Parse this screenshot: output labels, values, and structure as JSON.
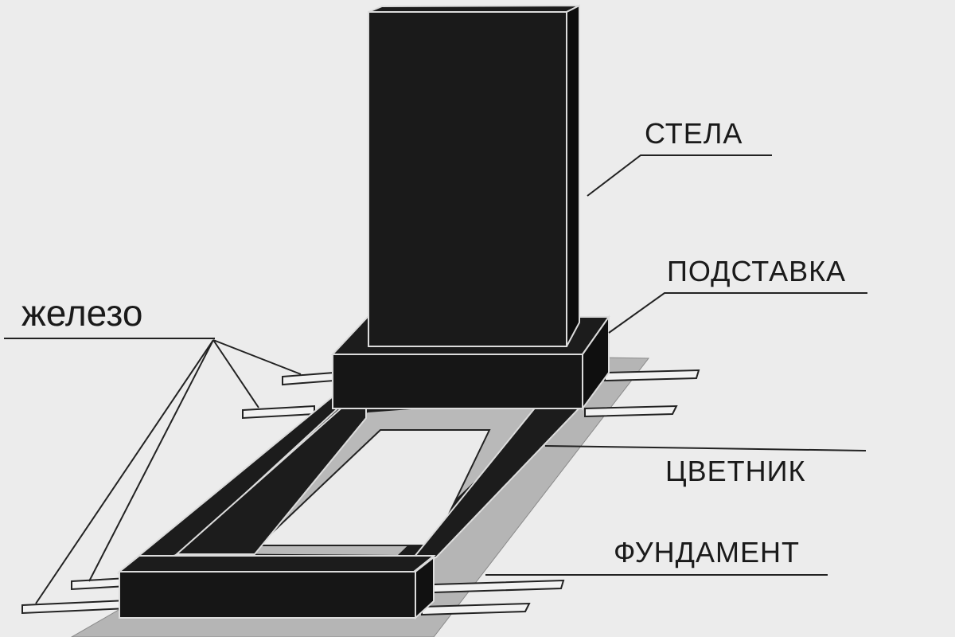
{
  "labels": {
    "stela": "СТЕЛА",
    "stand": "ПОДСТАВКА",
    "flowerbed": "ЦВЕТНИК",
    "foundation": "ФУНДАМЕНТ",
    "iron": "железо"
  },
  "colors": {
    "background": "#ececec",
    "granite": "#1c1c1c",
    "granite_edge": "#dcdcdc",
    "foundation": "#b5b5b5",
    "inner_ground": "#ebebeb",
    "rebar": "#f2f2f2",
    "leader": "#222222"
  }
}
